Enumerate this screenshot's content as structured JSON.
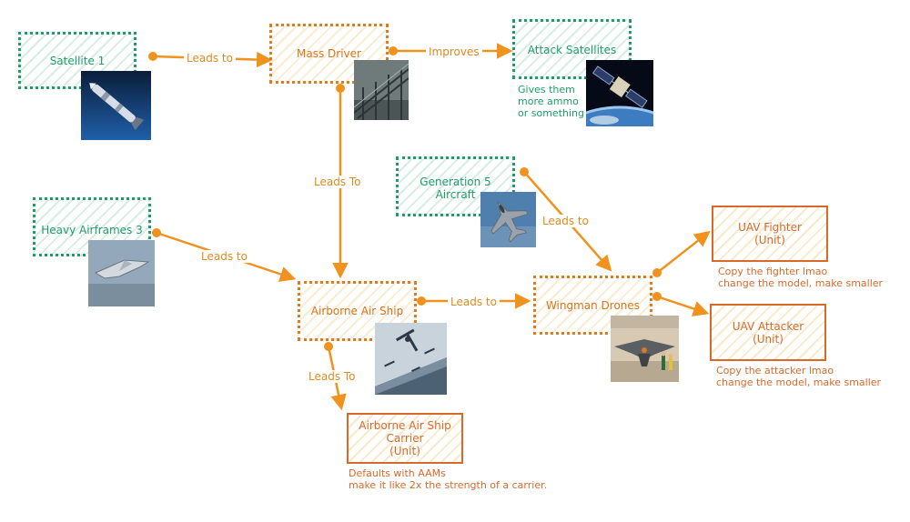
{
  "nodes": {
    "satellite1": "Satellite 1",
    "mass_driver": "Mass Driver",
    "attack_satellites": "Attack Satellites",
    "gen5_aircraft": "Generation 5\nAircraft",
    "heavy_airframes": "Heavy Airframes 3",
    "airborne_air_ship": "Airborne Air Ship",
    "wingman_drones": "Wingman Drones",
    "uav_fighter": "UAV Fighter\n(Unit)",
    "uav_attacker": "UAV Attacker\n(Unit)",
    "carrier": "Airborne Air Ship\nCarrier\n(Unit)"
  },
  "edges": {
    "sat_to_mass": "Leads to",
    "mass_to_attack": "Improves",
    "mass_to_ship": "Leads To",
    "heavy_to_ship": "Leads to",
    "gen5_to_wingman": "Leads to",
    "ship_to_wingman": "Leads to",
    "ship_to_carrier": "Leads To"
  },
  "notes": {
    "attack_satellites": "Gives them\nmore ammo\nor something",
    "uav_fighter": "Copy the fighter lmao\nchange the model, make smaller",
    "uav_attacker": "Copy the attacker lmao\nchange the model, make smaller",
    "carrier": "Defaults with AAMs\nmake it like 2x the strength of a carrier."
  },
  "colors": {
    "green": "#1f9d68",
    "orange": "#e07a1f",
    "unit": "#d8692a",
    "arrow": "#f0921e"
  },
  "icons": {
    "satellite1": "rocket-icon",
    "mass_driver": "mass-driver-icon",
    "attack_satellites": "satellite-icon",
    "gen5_aircraft": "fighter-jet-icon",
    "heavy_airframes": "flying-wing-icon",
    "airborne_air_ship": "airship-icon",
    "wingman_drones": "drone-icon"
  }
}
